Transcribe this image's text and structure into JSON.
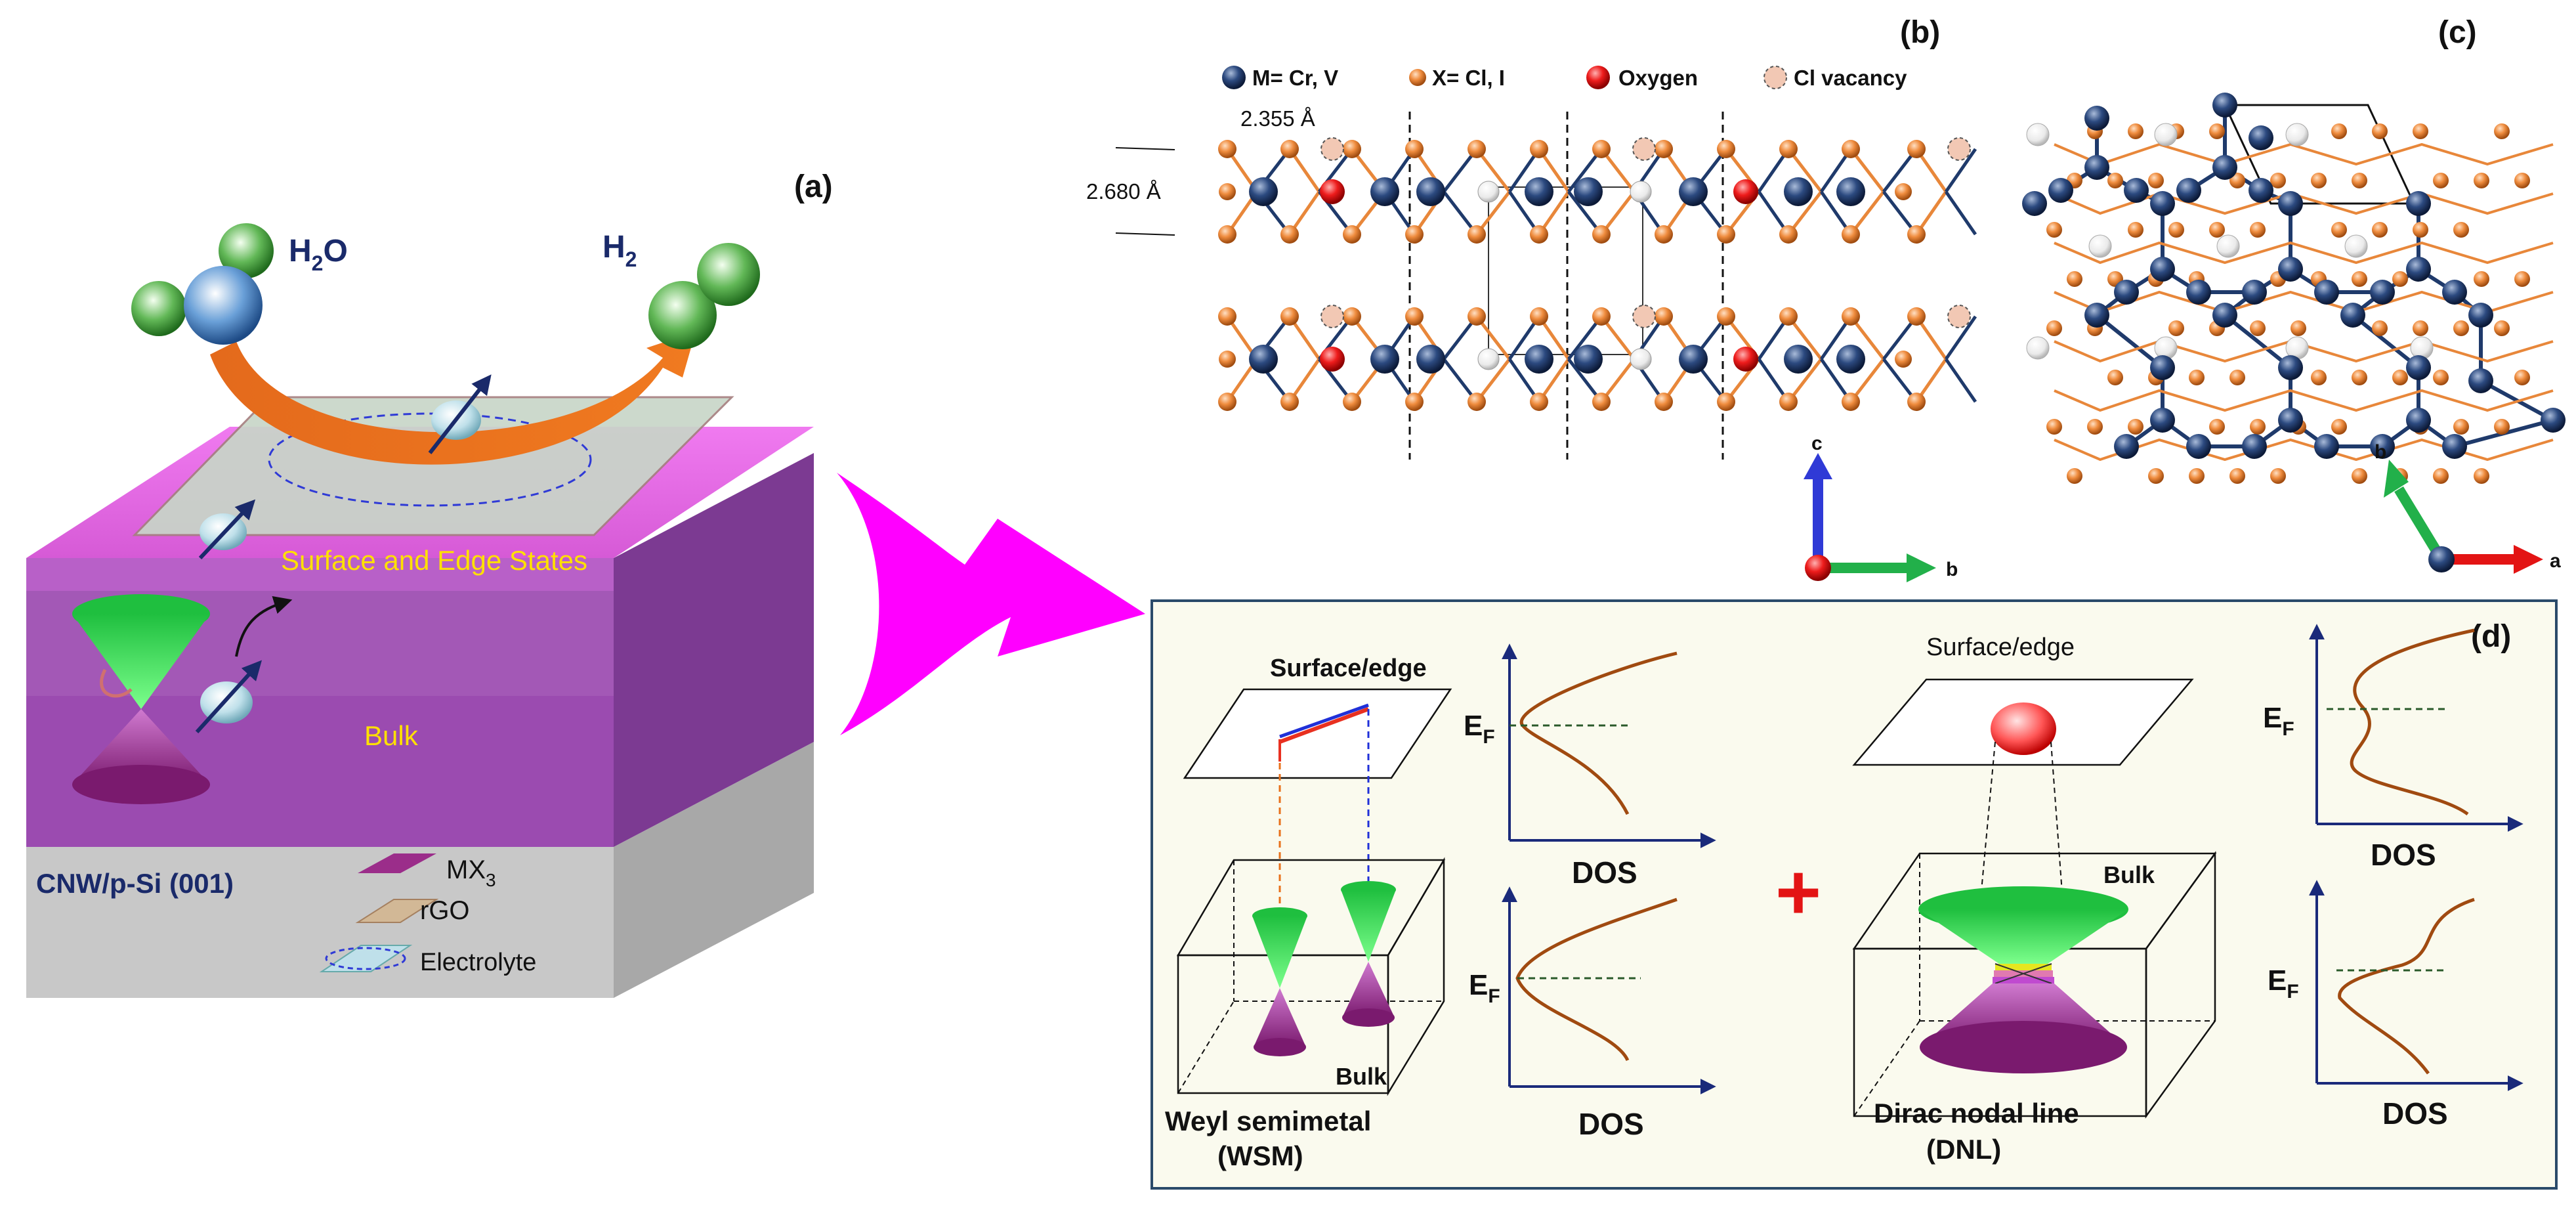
{
  "panel_a": {
    "label": "(a)",
    "h2o_text": "H",
    "h2o_sub": "2",
    "h2o_tail": "O",
    "h2_text": "H",
    "h2_sub": "2",
    "surface_label": "Surface and Edge States",
    "bulk_label": "Bulk",
    "substrate_label": "CNW/p-Si (001)",
    "legend_mx3": "MX",
    "legend_mx3_sub": "3",
    "legend_rgo": "rGO",
    "legend_electrolyte": "Electrolyte"
  },
  "panel_b": {
    "label": "(b)",
    "legend": [
      "M= Cr, V",
      "X= Cl, I",
      "Oxygen",
      "Cl vacancy"
    ],
    "dim_top": "2.355 Å",
    "dim_left": "2.680 Å",
    "axis_c": "c",
    "axis_b": "b"
  },
  "panel_c": {
    "label": "(c)",
    "axis_b": "b",
    "axis_a": "a"
  },
  "panel_d": {
    "label": "(d)",
    "surface_left": "Surface/edge",
    "surface_right": "Surface/edge",
    "bulk_left": "Bulk",
    "bulk_right": "Bulk",
    "wsm_line1": "Weyl semimetal",
    "wsm_line2": "(WSM)",
    "dnl_line1": "Dirac nodal line",
    "dnl_line2": "(DNL)",
    "ef_main": "E",
    "ef_sub": "F",
    "dos": "DOS",
    "plus": "+"
  },
  "colors": {
    "metal": "#1f3a6b",
    "halide": "#e8873a",
    "oxygen": "#e31414",
    "vacancy": "#f2c8b4",
    "magenta_arrow": "#ff00ff",
    "dos_curve": "#a04a10",
    "axis_navy": "#1a2a7a"
  }
}
